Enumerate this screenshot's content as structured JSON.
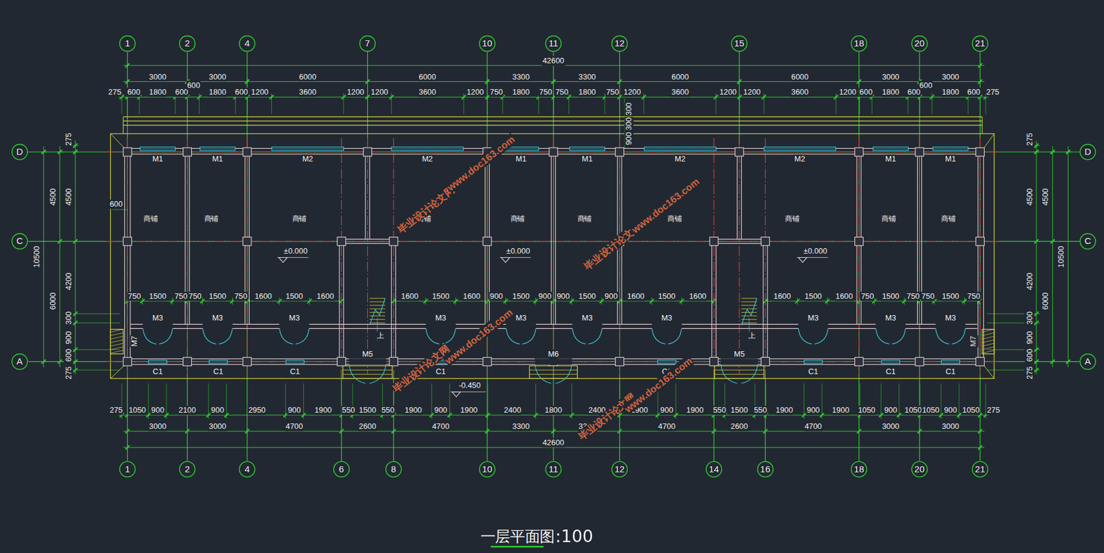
{
  "diagram": {
    "title": "一层平面图",
    "nodes": [
      {
        "text": [
          "1"
        ]
      },
      {
        "text": [
          "2"
        ]
      },
      {
        "text": [
          "4"
        ]
      },
      {
        "text": [
          "7"
        ]
      },
      {
        "text": [
          "10"
        ]
      },
      {
        "text": [
          "11"
        ]
      },
      {
        "text": [
          "12"
        ]
      },
      {
        "text": [
          "15"
        ]
      },
      {
        "text": [
          "18"
        ]
      },
      {
        "text": [
          "20"
        ]
      },
      {
        "text": [
          "21"
        ]
      },
      {
        "text": [
          "D"
        ]
      },
      {
        "text": [
          "C"
        ]
      },
      {
        "text": [
          "A"
        ]
      },
      {
        "text": [
          "D"
        ]
      },
      {
        "text": [
          "C"
        ]
      },
      {
        "text": [
          "A"
        ]
      },
      {
        "text": [
          "1"
        ]
      },
      {
        "text": [
          "2"
        ]
      },
      {
        "text": [
          "4"
        ]
      },
      {
        "text": [
          "6"
        ]
      },
      {
        "text": [
          "8"
        ]
      },
      {
        "text": [
          "10"
        ]
      },
      {
        "text": [
          "11"
        ]
      },
      {
        "text": [
          "12"
        ]
      },
      {
        "text": [
          "14"
        ]
      },
      {
        "text": [
          "16"
        ]
      },
      {
        "text": [
          "18"
        ]
      },
      {
        "text": [
          "20"
        ]
      },
      {
        "text": [
          "21"
        ]
      }
    ],
    "edges": [
      {
        "from": 0,
        "to": 17,
        "arrow": "none"
      },
      {
        "from": 1,
        "to": 18,
        "arrow": "none"
      },
      {
        "from": 2,
        "to": 19,
        "arrow": "none"
      },
      {
        "from": 4,
        "to": 22,
        "arrow": "none"
      },
      {
        "from": 5,
        "to": 23,
        "arrow": "none"
      },
      {
        "from": 6,
        "to": 24,
        "arrow": "none"
      },
      {
        "from": 8,
        "to": 27,
        "arrow": "none"
      },
      {
        "from": 9,
        "to": 28,
        "arrow": "none"
      },
      {
        "from": 10,
        "to": 29,
        "arrow": "none"
      },
      {
        "from": 11,
        "to": 14,
        "arrow": "none"
      },
      {
        "from": 12,
        "to": 15,
        "arrow": "none"
      },
      {
        "from": 13,
        "to": 16,
        "arrow": "none"
      }
    ],
    "labels": [
      "42600",
      "3000",
      "3000",
      "6000",
      "6000",
      "3300",
      "3300",
      "6000",
      "6000",
      "3000",
      "3000",
      "275",
      "600",
      "1800",
      "600",
      "600",
      "1800",
      "600",
      "1200",
      "3600",
      "1200",
      "1200",
      "3600",
      "1200",
      "750",
      "1800",
      "750",
      "750",
      "1800",
      "750",
      "1200",
      "3600",
      "1200",
      "1200",
      "3600",
      "1200",
      "600",
      "1800",
      "600",
      "600",
      "1800",
      "600",
      "275",
      "300",
      "300",
      "900",
      "275",
      "4500",
      "4500",
      "10500",
      "4200",
      "6000",
      "300",
      "900",
      "600",
      "275",
      "600",
      "275",
      "4500",
      "4500",
      "10500",
      "4200",
      "6000",
      "300",
      "900",
      "600",
      "275",
      "商铺",
      "商铺",
      "商铺",
      "商铺",
      "商铺",
      "商铺",
      "商铺",
      "商铺",
      "商铺",
      "商铺",
      "±0.000",
      "±0.000",
      "±0.000",
      "M1",
      "M1",
      "M2",
      "M2",
      "M1",
      "M1",
      "M2",
      "M2",
      "M1",
      "M1",
      "750",
      "1500",
      "750",
      "750",
      "1500",
      "750",
      "1600",
      "1500",
      "1600",
      "1600",
      "1500",
      "1600",
      "900",
      "1500",
      "900",
      "900",
      "1500",
      "900",
      "1600",
      "1500",
      "1600",
      "1600",
      "1500",
      "1600",
      "750",
      "1500",
      "750",
      "750",
      "1500",
      "750",
      "M3",
      "M3",
      "M3",
      "M3",
      "M3",
      "M3",
      "M3",
      "M3",
      "M3",
      "M3",
      "上",
      "上",
      "M7",
      "M7",
      "M5",
      "M6",
      "M5",
      "C1",
      "C1",
      "C1",
      "C1",
      "C1",
      "C1",
      "C1",
      "C1",
      "-0.450",
      "275",
      "1050",
      "900",
      "2100",
      "900",
      "2950",
      "900",
      "1900",
      "550",
      "1500",
      "550",
      "1900",
      "900",
      "1900",
      "2400",
      "1800",
      "2400",
      "1900",
      "900",
      "1900",
      "550",
      "1500",
      "550",
      "1900",
      "900",
      "1900",
      "1050",
      "900",
      "1050",
      "1050",
      "900",
      "1050",
      "275",
      "3000",
      "3000",
      "4700",
      "2600",
      "4700",
      "3300",
      "3300",
      "4700",
      "2600",
      "4700",
      "3000",
      "3000",
      "42600",
      "1:100",
      "毕业设计论文网",
      "www.doc163.com",
      "毕业设计论文网",
      "www.doc163.com",
      "毕业设计论文网",
      "www.doc163.com",
      "毕业设计论文网",
      "www.doc163.com"
    ]
  }
}
